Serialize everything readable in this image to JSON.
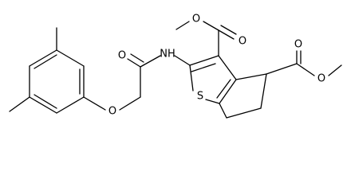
{
  "structure": {
    "atoms": {
      "ether_oxygen": "O",
      "amide_oxygen": "O",
      "amide_nitrogen": "NH",
      "ring_sulfur": "S",
      "ester1_carbonyl_oxygen": "O",
      "ester1_methoxy_oxygen": "O",
      "ester2_carbonyl_oxygen": "O",
      "ester2_methoxy_oxygen": "O"
    }
  },
  "colors": {
    "background": "#ffffff",
    "ink": "#000000"
  }
}
